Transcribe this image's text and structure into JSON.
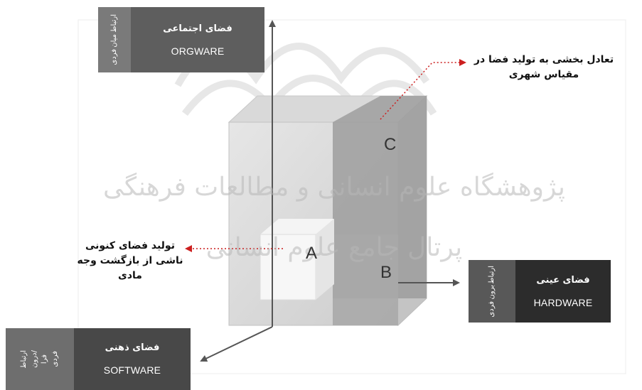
{
  "boxes": {
    "orgware": {
      "title": "فضای اجتماعی",
      "subtitle": "ORGWARE",
      "side": [
        "ارتباط",
        "میان",
        "فردی"
      ]
    },
    "hardware": {
      "title": "فضای عینی",
      "subtitle": "HARDWARE",
      "side": [
        "ارتباط",
        "برون",
        "فردی"
      ]
    },
    "software": {
      "title": "فضای ذهنی",
      "subtitle": "SOFTWARE",
      "side": [
        "ارتباط",
        "درون/",
        "فرا",
        "فردی"
      ]
    }
  },
  "annotations": {
    "top_right": [
      "تعادل بخشی به تولید فضا در",
      "مقیاس شهری"
    ],
    "left": [
      "تولید فضای کنونی",
      "ناشی از بازگشت وجه مادی"
    ]
  },
  "cube_labels": {
    "a": "A",
    "b": "B",
    "c": "C"
  },
  "watermark": {
    "line1": "پژوهشگاه علوم انسانی و مطالعات فرهنگی",
    "line2": "پرتال جامع علوم انسانی"
  },
  "colors": {
    "box_dark": "#4a4a4a",
    "box_mid": "#6a6a6a",
    "arrow_red": "#cc1f1f",
    "axis": "#555555"
  }
}
